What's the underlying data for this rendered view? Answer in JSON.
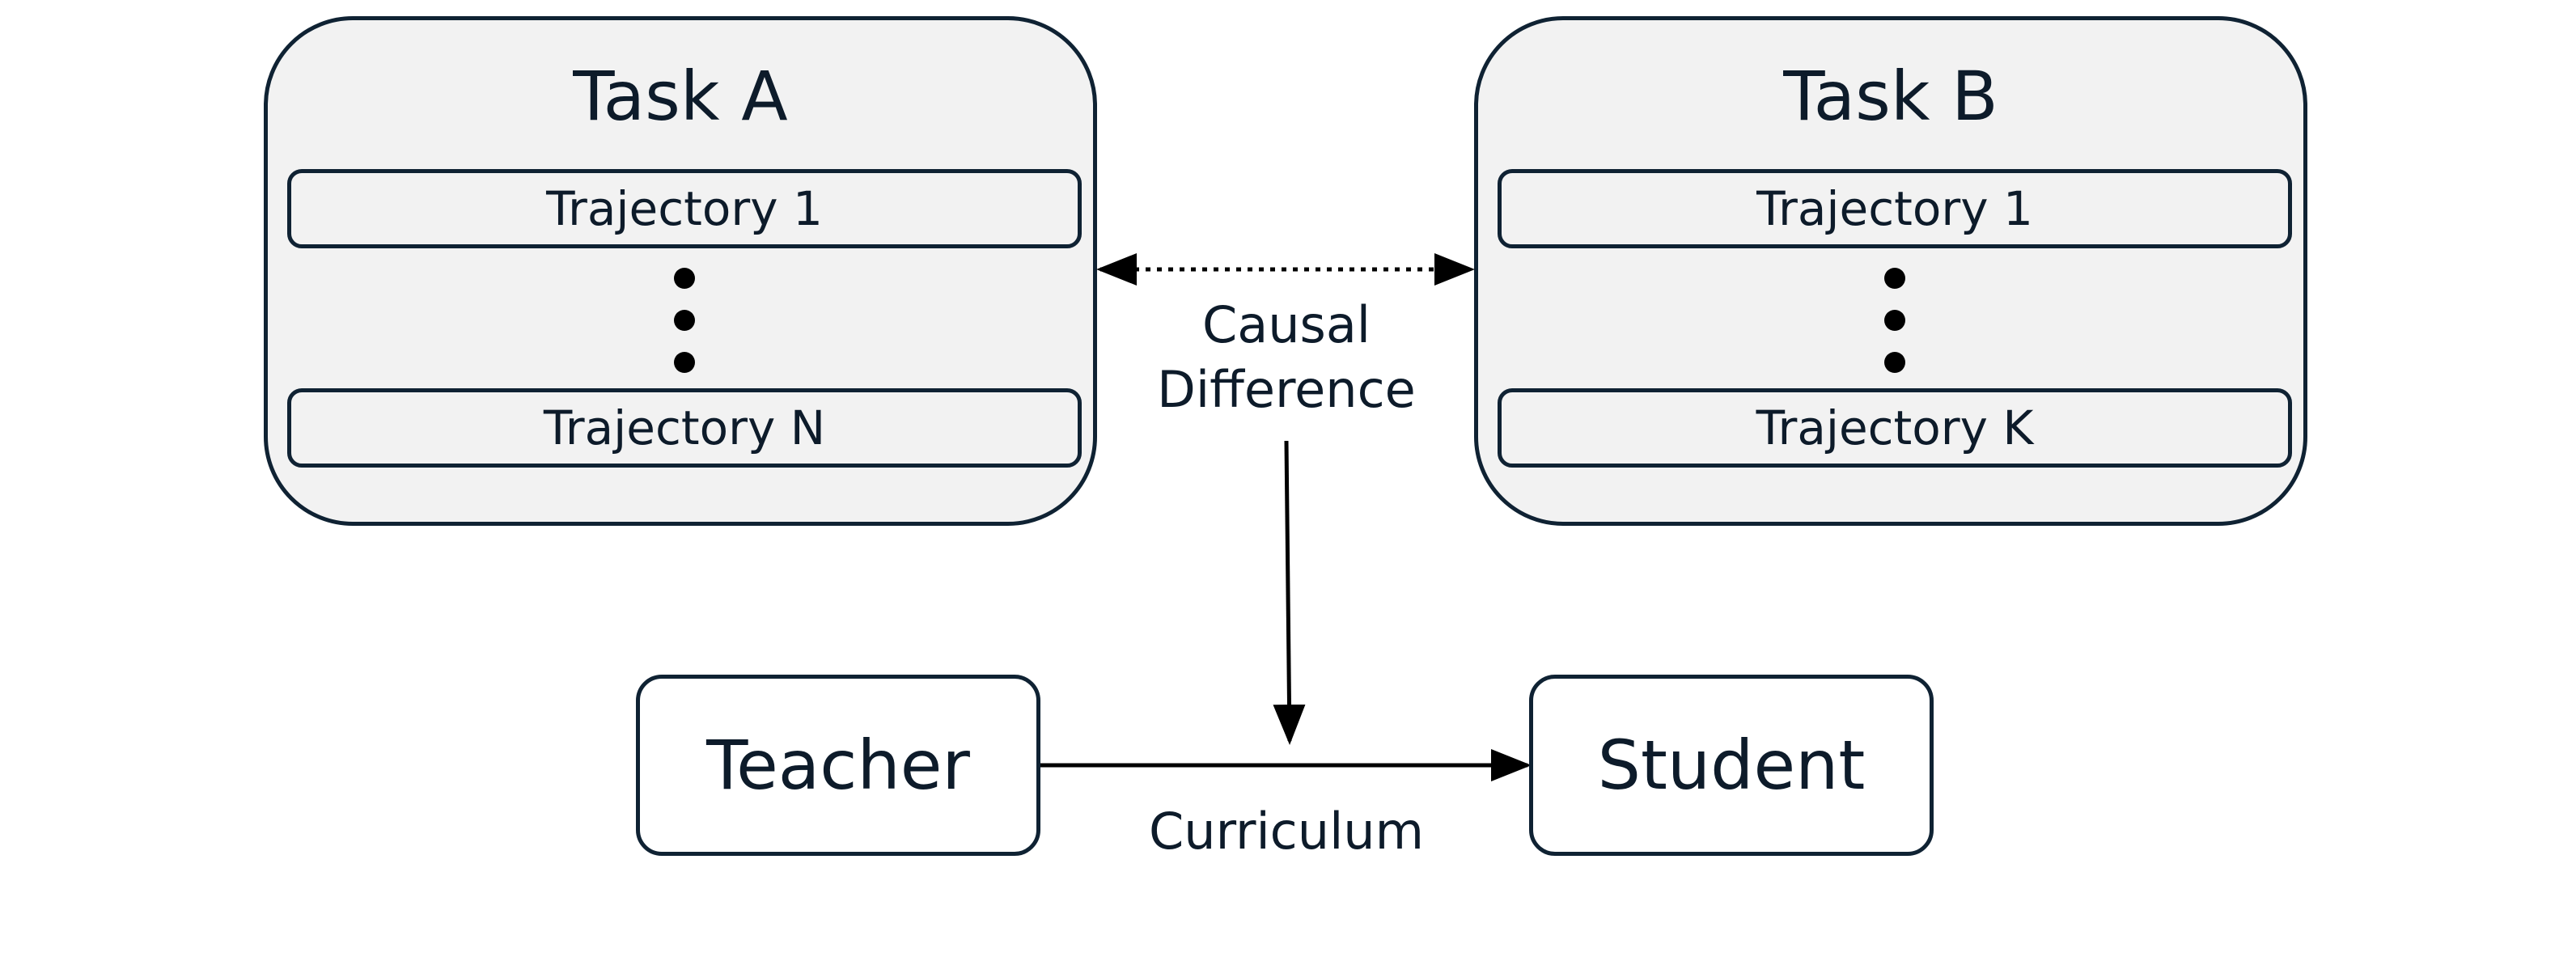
{
  "tasks": [
    {
      "title": "Task A",
      "first_trajectory": "Trajectory 1",
      "last_trajectory": "Trajectory N"
    },
    {
      "title": "Task B",
      "first_trajectory": "Trajectory 1",
      "last_trajectory": "Trajectory K"
    }
  ],
  "causal_label_line1": "Causal",
  "causal_label_line2": "Difference",
  "teacher_label": "Teacher",
  "student_label": "Student",
  "curriculum_label": "Curriculum",
  "colors": {
    "outline": "#0f2233",
    "task_fill": "#f2f2f2",
    "arrow": "#000000"
  }
}
